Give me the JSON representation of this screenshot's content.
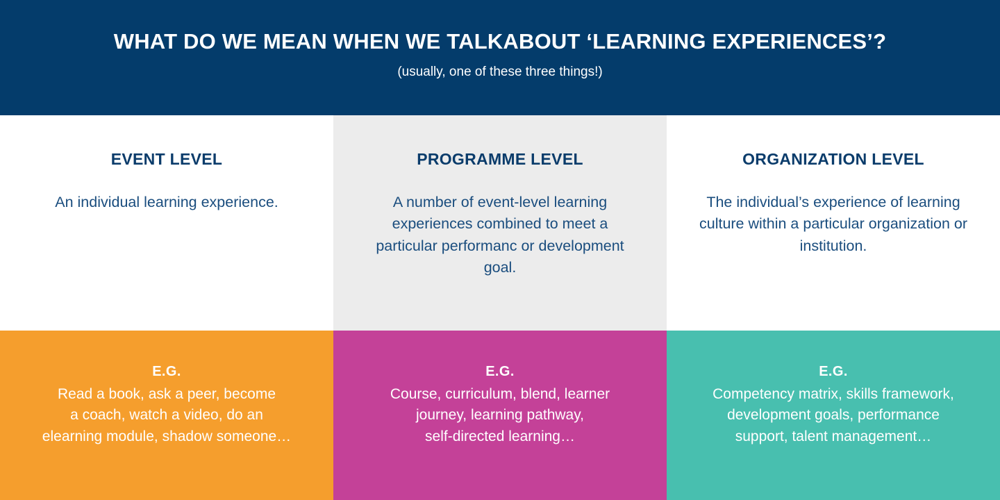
{
  "header": {
    "title": "WHAT DO WE MEAN WHEN WE TALKABOUT ‘LEARNING EXPERIENCES’?",
    "subtitle": "(usually, one of these three things!)",
    "background_color": "#043C6B",
    "text_color": "#FFFFFF"
  },
  "columns": [
    {
      "level_title": "EVENT LEVEL",
      "description": "An individual learning experience.",
      "description_background": "#FFFFFF",
      "eg_label": "E.G.",
      "eg_text": "Read a book, ask a peer, become\na coach, watch a video, do an\nelearning module, shadow someone…",
      "eg_background": "#F59E2D"
    },
    {
      "level_title": "PROGRAMME LEVEL",
      "description": "A number of event-level learning experiences combined to meet a particular performanc or development goal.",
      "description_background": "#ECECEC",
      "eg_label": "E.G.",
      "eg_text": "Course, curriculum, blend, learner\njourney, learning pathway,\nself-directed learning…",
      "eg_background": "#C44198"
    },
    {
      "level_title": "ORGANIZATION LEVEL",
      "description": "The individual’s experience of learning culture within a particular organization  or institution.",
      "description_background": "#FFFFFF",
      "eg_label": "E.G.",
      "eg_text": "Competency matrix, skills framework,\ndevelopment goals, performance\nsupport, talent management…",
      "eg_background": "#48BFAF"
    }
  ],
  "palette": {
    "navy": "#043C6B",
    "heading_blue": "#0B3C6B",
    "body_blue": "#1A4D7E",
    "grey": "#ECECEC",
    "white": "#FFFFFF",
    "orange": "#F59E2D",
    "magenta": "#C44198",
    "teal": "#48BFAF"
  }
}
